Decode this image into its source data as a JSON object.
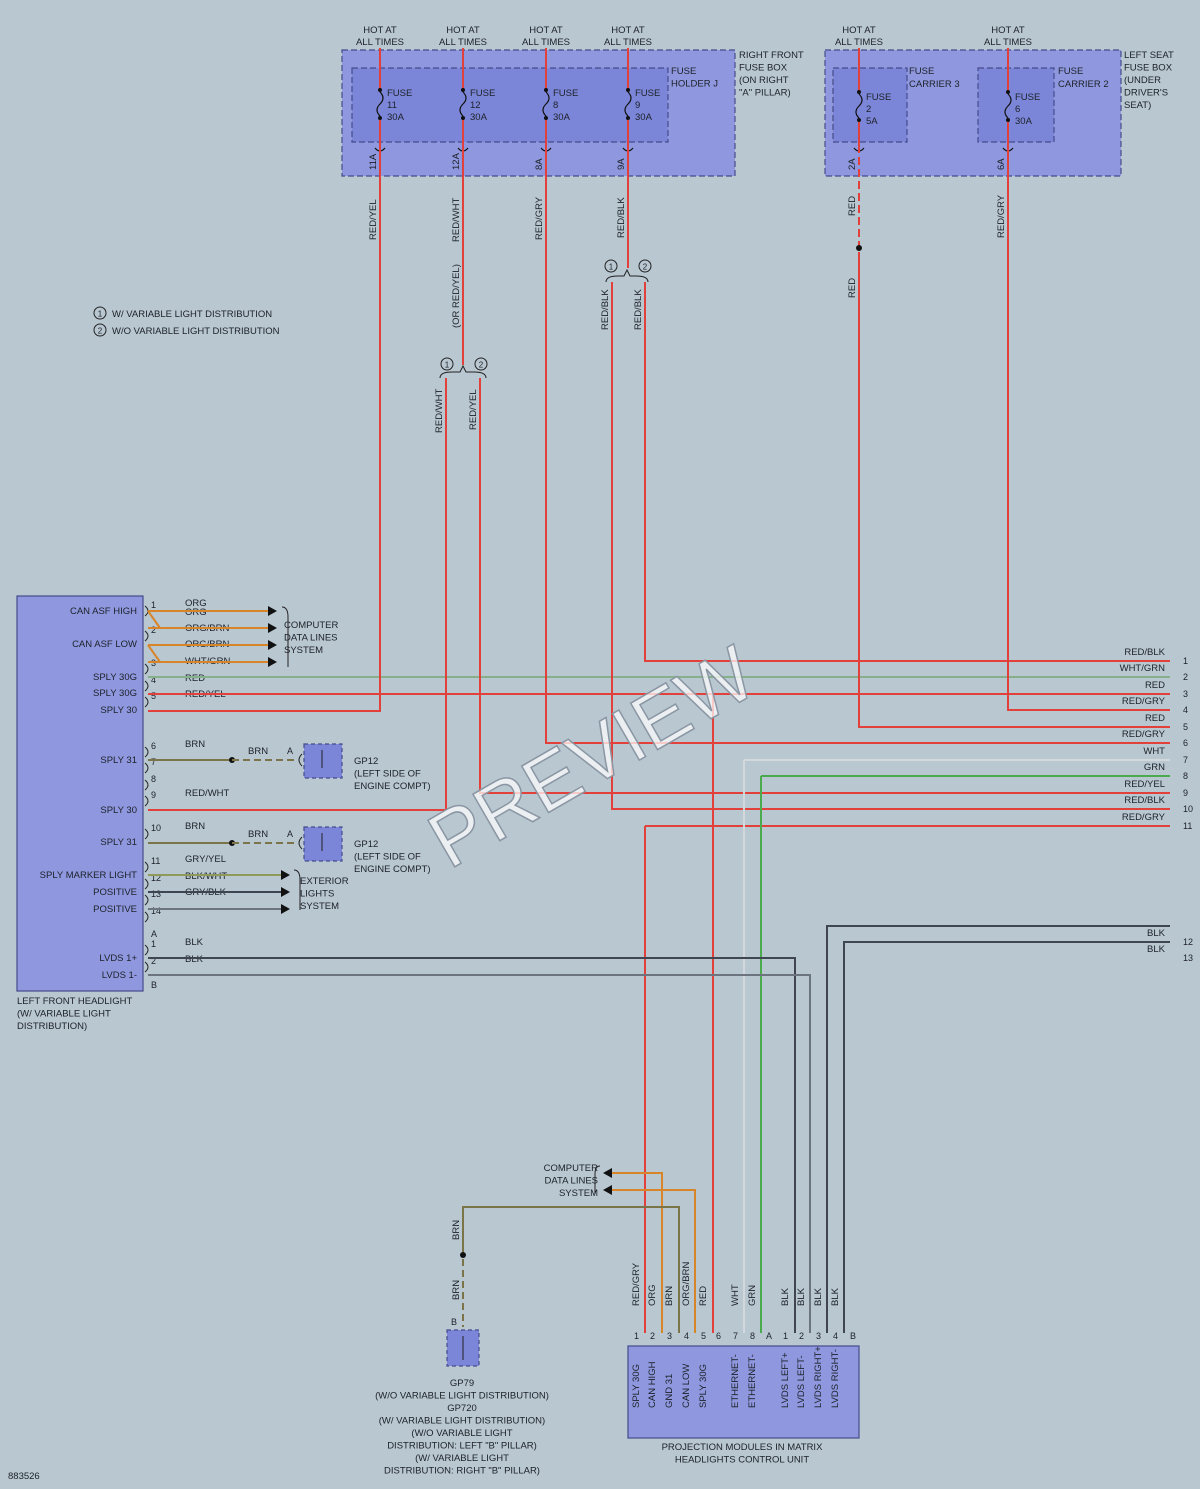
{
  "page_id": "883526",
  "watermark": "PREVIEW",
  "colors": {
    "background": "#b9c7d1",
    "component_fill": "#8f98df",
    "fuse_fill": "#7c86d8",
    "box_stroke": "#454b8c",
    "red": "#e1413a",
    "orange": "#d8852a",
    "green": "#4caa4e",
    "olive": "#7a7448",
    "gray": "#5e6670",
    "black": "#3f4650",
    "white_wire": "#d3d8dc",
    "lightgreen": "#86b08a",
    "text": "#1c2128"
  },
  "legend": [
    {
      "num": "1",
      "text": "W/ VARIABLE LIGHT DISTRIBUTION"
    },
    {
      "num": "2",
      "text": "W/O VARIABLE LIGHT DISTRIBUTION"
    }
  ],
  "fuse_boxes": {
    "right": {
      "lines": [
        "RIGHT FRONT",
        "FUSE BOX",
        "(ON RIGHT",
        "\"A\" PILLAR)"
      ],
      "holder": [
        "FUSE",
        "HOLDER J"
      ],
      "fuses": [
        {
          "hot": [
            "HOT AT",
            "ALL TIMES"
          ],
          "name": "FUSE",
          "num": "11",
          "amp": "30A",
          "term": "11A",
          "wire": "RED/YEL"
        },
        {
          "hot": [
            "HOT AT",
            "ALL TIMES"
          ],
          "name": "FUSE",
          "num": "12",
          "amp": "30A",
          "term": "12A",
          "wire": "RED/WHT"
        },
        {
          "hot": [
            "HOT AT",
            "ALL TIMES"
          ],
          "name": "FUSE",
          "num": "8",
          "amp": "30A",
          "term": "8A",
          "wire": "RED/GRY"
        },
        {
          "hot": [
            "HOT AT",
            "ALL TIMES"
          ],
          "name": "FUSE",
          "num": "9",
          "amp": "30A",
          "term": "9A",
          "wire": "RED/BLK"
        }
      ]
    },
    "left": {
      "lines": [
        "LEFT SEAT",
        "FUSE BOX",
        "(UNDER",
        "DRIVER'S",
        "SEAT)"
      ],
      "fuses": [
        {
          "hot": [
            "HOT AT",
            "ALL TIMES"
          ],
          "carrier": [
            "FUSE",
            "CARRIER 3"
          ],
          "name": "FUSE",
          "num": "2",
          "amp": "5A",
          "term": "2A",
          "wire": "RED"
        },
        {
          "hot": [
            "HOT AT",
            "ALL TIMES"
          ],
          "carrier": [
            "FUSE",
            "CARRIER 2"
          ],
          "name": "FUSE",
          "num": "6",
          "amp": "30A",
          "term": "6A",
          "wire": "RED/GRY"
        }
      ]
    }
  },
  "variant_labels": {
    "fuse12_alt": "(OR RED/YEL)",
    "fuse12_split": [
      "RED/WHT",
      "RED/YEL"
    ],
    "fuse9_split": [
      "RED/BLK",
      "RED/BLK"
    ],
    "fuse2_lower": "RED"
  },
  "headlight": {
    "label": [
      "LEFT FRONT HEADLIGHT",
      "(W/ VARIABLE LIGHT",
      "DISTRIBUTION)"
    ],
    "pins": [
      {
        "name": "CAN ASF HIGH",
        "num": "1",
        "wire": "ORG"
      },
      {
        "name": "",
        "num": "",
        "wire": "ORG"
      },
      {
        "name": "CAN ASF LOW",
        "num": "2",
        "wire": "ORG/BRN"
      },
      {
        "name": "",
        "num": "",
        "wire": "ORG/BRN"
      },
      {
        "name": "SPLY 30G",
        "num": "3",
        "wire": "WHT/GRN"
      },
      {
        "name": "SPLY 30G",
        "num": "4",
        "wire": "RED"
      },
      {
        "name": "SPLY 30",
        "num": "5",
        "wire": "RED/YEL"
      },
      {
        "name": "SPLY 31",
        "num": "6",
        "wire": "BRN"
      },
      {
        "name": "",
        "num": "7",
        "wire": ""
      },
      {
        "name": "",
        "num": "8",
        "wire": ""
      },
      {
        "name": "SPLY 30",
        "num": "9",
        "wire": "RED/WHT"
      },
      {
        "name": "SPLY 31",
        "num": "10",
        "wire": "BRN"
      },
      {
        "name": "SPLY MARKER LIGHT",
        "num": "11",
        "wire": "GRY/YEL"
      },
      {
        "name": "POSITIVE",
        "num": "12",
        "wire": "BLK/WHT"
      },
      {
        "name": "POSITIVE",
        "num": "13",
        "wire": "GRY/BLK"
      },
      {
        "name": "",
        "num": "14",
        "wire": ""
      },
      {
        "name": "LVDS 1+",
        "num": "1",
        "wire": "BLK"
      },
      {
        "name": "LVDS 1-",
        "num": "2",
        "wire": "BLK"
      }
    ],
    "conn_a": "A",
    "conn_b": "B"
  },
  "refs": {
    "cdls": [
      "COMPUTER",
      "DATA LINES",
      "SYSTEM"
    ],
    "els": [
      "EXTERIOR",
      "LIGHTS",
      "SYSTEM"
    ],
    "ground": {
      "wire": "BRN",
      "conn": "A",
      "label": [
        "GP12",
        "(LEFT SIDE OF",
        "ENGINE COMPT)"
      ]
    }
  },
  "right_edge": [
    {
      "wire": "RED/BLK",
      "num": "1"
    },
    {
      "wire": "WHT/GRN",
      "num": "2"
    },
    {
      "wire": "RED",
      "num": "3"
    },
    {
      "wire": "RED/GRY",
      "num": "4"
    },
    {
      "wire": "RED",
      "num": "5"
    },
    {
      "wire": "RED/GRY",
      "num": "6"
    },
    {
      "wire": "WHT",
      "num": "7"
    },
    {
      "wire": "GRN",
      "num": "8"
    },
    {
      "wire": "RED/YEL",
      "num": "9"
    },
    {
      "wire": "RED/BLK",
      "num": "10"
    },
    {
      "wire": "RED/GRY",
      "num": "11"
    },
    {
      "wire": "BLK",
      "num": "12"
    },
    {
      "wire": "BLK",
      "num": "13"
    }
  ],
  "ground_bottom": {
    "wire_top": "BRN",
    "wire_bottom": "BRN",
    "conn": "B",
    "label": [
      "GP79",
      "(W/O VARIABLE LIGHT DISTRIBUTION)",
      "GP720",
      "(W/ VARIABLE LIGHT DISTRIBUTION)",
      "(W/O VARIABLE LIGHT",
      "DISTRIBUTION: LEFT \"B\" PILLAR)",
      "(W/ VARIABLE LIGHT",
      "DISTRIBUTION: RIGHT \"B\" PILLAR)"
    ]
  },
  "control_unit": {
    "label": [
      "PROJECTION MODULES IN MATRIX",
      "HEADLIGHTS CONTROL UNIT"
    ],
    "pins": [
      {
        "num": "1",
        "name": "SPLY 30G",
        "wire": "RED/GRY"
      },
      {
        "num": "2",
        "name": "CAN HIGH",
        "wire": "ORG"
      },
      {
        "num": "3",
        "name": "GND 31",
        "wire": "BRN"
      },
      {
        "num": "4",
        "name": "CAN LOW",
        "wire": "ORG/BRN"
      },
      {
        "num": "5",
        "name": "SPLY 30G",
        "wire": "RED"
      },
      {
        "num": "6",
        "name": "",
        "wire": ""
      },
      {
        "num": "7",
        "name": "ETHERNET-",
        "wire": "WHT"
      },
      {
        "num": "8",
        "name": "ETHERNET-",
        "wire": "GRN"
      },
      {
        "num": "A",
        "name": "",
        "wire": ""
      },
      {
        "num": "1",
        "name": "LVDS LEFT+",
        "wire": "BLK"
      },
      {
        "num": "2",
        "name": "LVDS LEFT-",
        "wire": "BLK"
      },
      {
        "num": "3",
        "name": "LVDS RIGHT+",
        "wire": "BLK"
      },
      {
        "num": "4",
        "name": "LVDS RIGHT-",
        "wire": "BLK"
      },
      {
        "num": "B",
        "name": "",
        "wire": ""
      }
    ]
  }
}
